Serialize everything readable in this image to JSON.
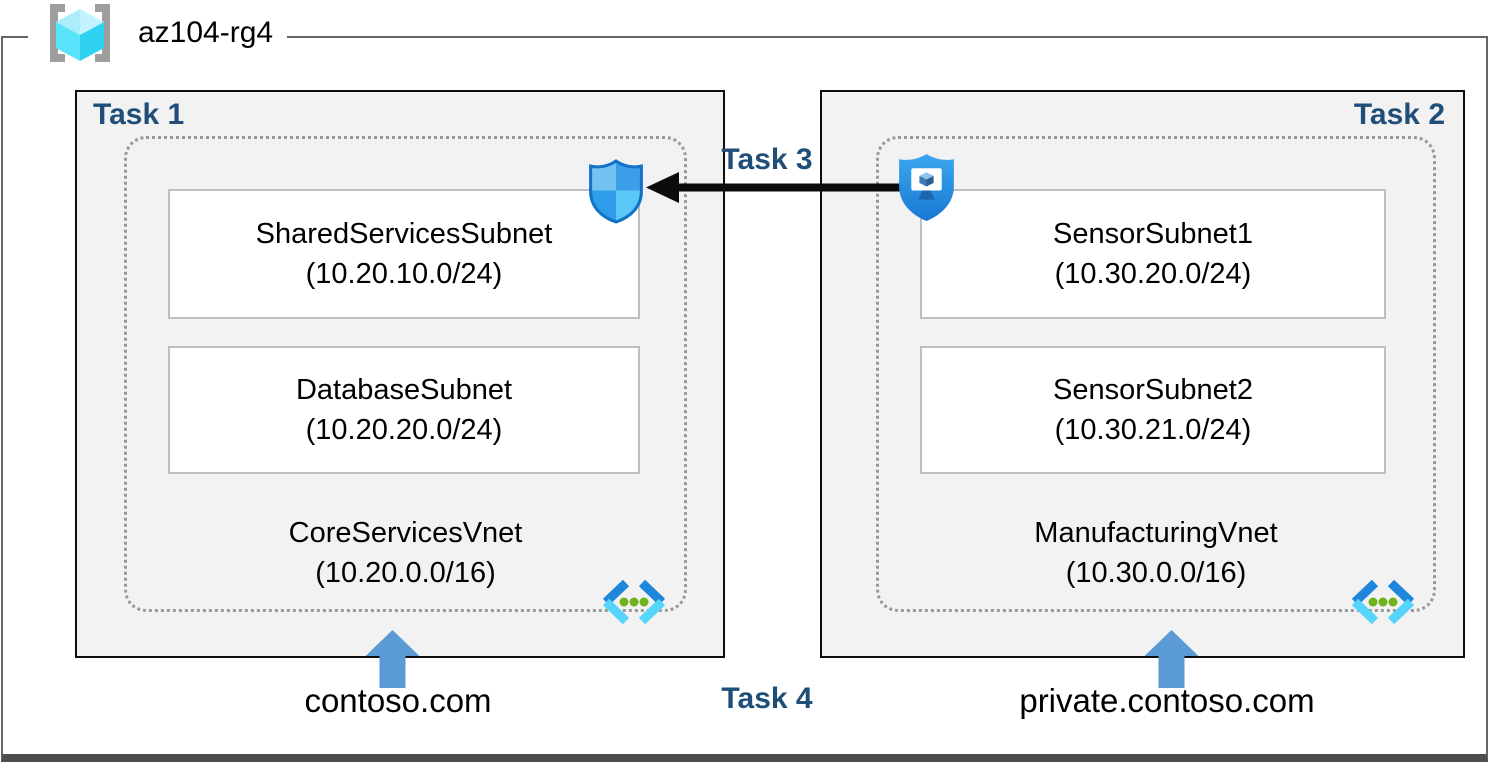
{
  "header": {
    "title": "az104-rg4",
    "icon": "resource-group-icon"
  },
  "task_labels": {
    "task1": "Task 1",
    "task2": "Task 2",
    "task3": "Task 3",
    "task4": "Task 4"
  },
  "left_vnet": {
    "name": "CoreServicesVnet",
    "cidr": "(10.20.0.0/16)",
    "subnets": [
      {
        "name": "SharedServicesSubnet",
        "cidr": "(10.20.10.0/24)"
      },
      {
        "name": "DatabaseSubnet",
        "cidr": "(10.20.20.0/24)"
      }
    ],
    "dns_label": "contoso.com"
  },
  "right_vnet": {
    "name": "ManufacturingVnet",
    "cidr": "(10.30.0.0/16)",
    "subnets": [
      {
        "name": "SensorSubnet1",
        "cidr": "(10.30.20.0/24)"
      },
      {
        "name": "SensorSubnet2",
        "cidr": "(10.30.21.0/24)"
      }
    ],
    "dns_label": "private.contoso.com"
  },
  "icons": {
    "resource_group": "resource-group-icon",
    "network_security_group": "network-security-group-shield-icon",
    "application_security_group": "application-security-group-icon",
    "virtual_network": "virtual-network-icon",
    "dns_arrow": "up-arrow-icon",
    "peering_arrow": "left-arrow-icon"
  },
  "colors": {
    "task_label": "#1F4E79",
    "box_background": "#F2F2F2",
    "box_border": "#0D0D0D",
    "dotted_border": "#999999",
    "subnet_border": "#BFBFBF",
    "blue_arrow": "#5B9BD5",
    "frame_border": "#666666",
    "vnet_chevron_dark": "#1E87DB",
    "vnet_chevron_light": "#54D5F9",
    "vnet_dot_green": "#6FB21C",
    "shield_outline": "#1173C8"
  }
}
